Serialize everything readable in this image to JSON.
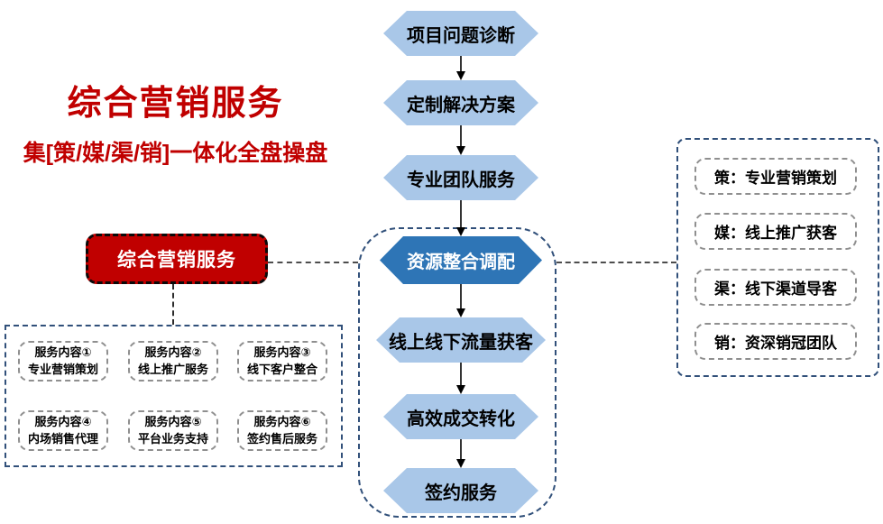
{
  "theme": {
    "accent_red": "#c00000",
    "hex_light_fill": "#a9c7e8",
    "hex_dark_fill": "#2e75b6",
    "outline_navy": "#31507a",
    "inner_box_border": "#8f8f8f",
    "connector_gray": "#4d4d4d"
  },
  "header": {
    "title": "综合营销服务",
    "subtitle": "集[策/媒/渠/销]一体化全盘操盘"
  },
  "flow": {
    "steps": [
      {
        "label": "项目问题诊断",
        "variant": "light"
      },
      {
        "label": "定制解决方案",
        "variant": "light"
      },
      {
        "label": "专业团队服务",
        "variant": "light"
      },
      {
        "label": "资源整合调配",
        "variant": "dark"
      },
      {
        "label": "线上线下流量获客",
        "variant": "light"
      },
      {
        "label": "高效成交转化",
        "variant": "light"
      },
      {
        "label": "签约服务",
        "variant": "light"
      }
    ]
  },
  "summary_box": {
    "label": "综合营销服务"
  },
  "services": {
    "items": [
      {
        "line1": "服务内容①",
        "line2": "专业营销策划"
      },
      {
        "line1": "服务内容②",
        "line2": "线上推广服务"
      },
      {
        "line1": "服务内容③",
        "line2": "线下客户整合"
      },
      {
        "line1": "服务内容④",
        "line2": "内场销售代理"
      },
      {
        "line1": "服务内容⑤",
        "line2": "平台业务支持"
      },
      {
        "line1": "服务内容⑥",
        "line2": "签约售后服务"
      }
    ]
  },
  "legend": {
    "items": [
      {
        "label": "策：专业营销策划"
      },
      {
        "label": "媒：线上推广获客"
      },
      {
        "label": "渠：线下渠道导客"
      },
      {
        "label": "销：资深销冠团队"
      }
    ]
  }
}
